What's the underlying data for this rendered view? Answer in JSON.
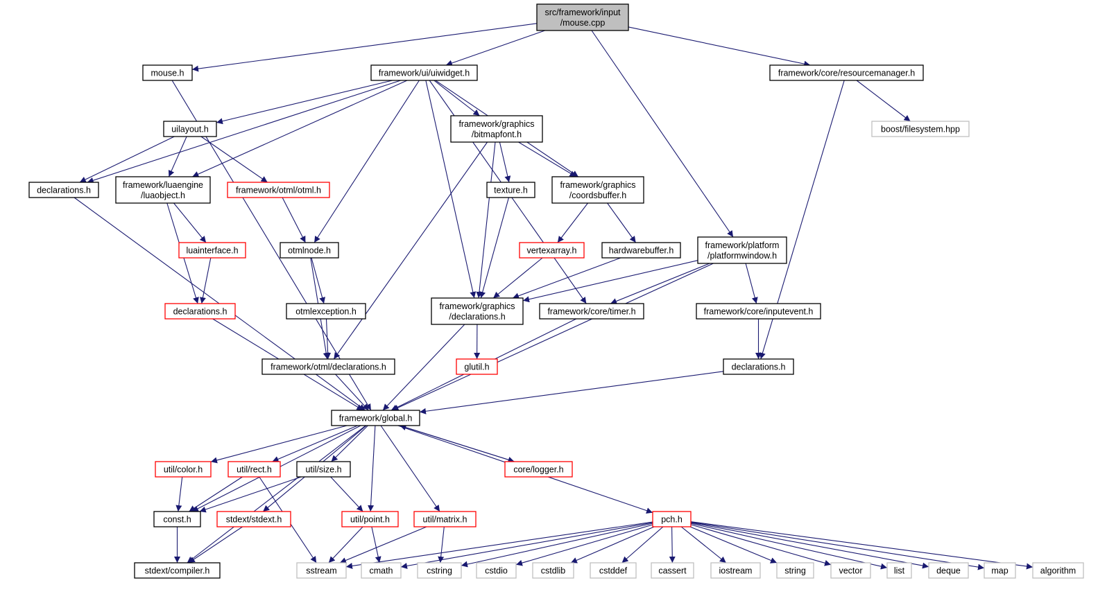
{
  "colors": {
    "edge": "#191970",
    "normal_border": "#000000",
    "truncated_border": "#ff0000",
    "external_border": "#bfbfbf",
    "root_fill": "#bfbfbf",
    "text": "#000000"
  },
  "nodes": [
    {
      "id": "root",
      "lines": [
        "src/framework/input",
        "/mouse.cpp"
      ],
      "kind": "root"
    },
    {
      "id": "mouse_h",
      "lines": [
        "mouse.h"
      ],
      "kind": "normal"
    },
    {
      "id": "uiwidget",
      "lines": [
        "framework/ui/uiwidget.h"
      ],
      "kind": "normal"
    },
    {
      "id": "resmgr",
      "lines": [
        "framework/core/resourcemanager.h"
      ],
      "kind": "normal"
    },
    {
      "id": "boostfs",
      "lines": [
        "boost/filesystem.hpp"
      ],
      "kind": "external"
    },
    {
      "id": "uilayout",
      "lines": [
        "uilayout.h"
      ],
      "kind": "normal"
    },
    {
      "id": "bitmapfont",
      "lines": [
        "framework/graphics",
        "/bitmapfont.h"
      ],
      "kind": "normal"
    },
    {
      "id": "decl_ui",
      "lines": [
        "declarations.h"
      ],
      "kind": "normal"
    },
    {
      "id": "luaobject",
      "lines": [
        "framework/luaengine",
        "/luaobject.h"
      ],
      "kind": "normal"
    },
    {
      "id": "otml",
      "lines": [
        "framework/otml/otml.h"
      ],
      "kind": "truncated"
    },
    {
      "id": "texture",
      "lines": [
        "texture.h"
      ],
      "kind": "normal"
    },
    {
      "id": "coordsbuffer",
      "lines": [
        "framework/graphics",
        "/coordsbuffer.h"
      ],
      "kind": "normal"
    },
    {
      "id": "luainterface",
      "lines": [
        "luainterface.h"
      ],
      "kind": "truncated"
    },
    {
      "id": "otmlnode",
      "lines": [
        "otmlnode.h"
      ],
      "kind": "normal"
    },
    {
      "id": "vertexarray",
      "lines": [
        "vertexarray.h"
      ],
      "kind": "truncated"
    },
    {
      "id": "hwbuffer",
      "lines": [
        "hardwarebuffer.h"
      ],
      "kind": "normal"
    },
    {
      "id": "platformwindow",
      "lines": [
        "framework/platform",
        "/platformwindow.h"
      ],
      "kind": "normal"
    },
    {
      "id": "decl_lua",
      "lines": [
        "declarations.h"
      ],
      "kind": "truncated"
    },
    {
      "id": "otmlexception",
      "lines": [
        "otmlexception.h"
      ],
      "kind": "normal"
    },
    {
      "id": "gfx_decl",
      "lines": [
        "framework/graphics",
        "/declarations.h"
      ],
      "kind": "normal"
    },
    {
      "id": "timer",
      "lines": [
        "framework/core/timer.h"
      ],
      "kind": "normal"
    },
    {
      "id": "inputevent",
      "lines": [
        "framework/core/inputevent.h"
      ],
      "kind": "normal"
    },
    {
      "id": "otml_decl",
      "lines": [
        "framework/otml/declarations.h"
      ],
      "kind": "normal"
    },
    {
      "id": "glutil",
      "lines": [
        "glutil.h"
      ],
      "kind": "truncated"
    },
    {
      "id": "decl_core",
      "lines": [
        "declarations.h"
      ],
      "kind": "normal"
    },
    {
      "id": "global",
      "lines": [
        "framework/global.h"
      ],
      "kind": "normal"
    },
    {
      "id": "color",
      "lines": [
        "util/color.h"
      ],
      "kind": "truncated"
    },
    {
      "id": "rect",
      "lines": [
        "util/rect.h"
      ],
      "kind": "truncated"
    },
    {
      "id": "size",
      "lines": [
        "util/size.h"
      ],
      "kind": "normal"
    },
    {
      "id": "logger",
      "lines": [
        "core/logger.h"
      ],
      "kind": "truncated"
    },
    {
      "id": "const_h",
      "lines": [
        "const.h"
      ],
      "kind": "normal"
    },
    {
      "id": "stdext",
      "lines": [
        "stdext/stdext.h"
      ],
      "kind": "truncated"
    },
    {
      "id": "point",
      "lines": [
        "util/point.h"
      ],
      "kind": "truncated"
    },
    {
      "id": "matrix",
      "lines": [
        "util/matrix.h"
      ],
      "kind": "truncated"
    },
    {
      "id": "pch",
      "lines": [
        "pch.h"
      ],
      "kind": "truncated"
    },
    {
      "id": "compiler",
      "lines": [
        "stdext/compiler.h"
      ],
      "kind": "normal"
    },
    {
      "id": "sstream",
      "lines": [
        "sstream"
      ],
      "kind": "external"
    },
    {
      "id": "cmath",
      "lines": [
        "cmath"
      ],
      "kind": "external"
    },
    {
      "id": "cstring",
      "lines": [
        "cstring"
      ],
      "kind": "external"
    },
    {
      "id": "cstdio",
      "lines": [
        "cstdio"
      ],
      "kind": "external"
    },
    {
      "id": "cstdlib",
      "lines": [
        "cstdlib"
      ],
      "kind": "external"
    },
    {
      "id": "cstddef",
      "lines": [
        "cstddef"
      ],
      "kind": "external"
    },
    {
      "id": "cassert",
      "lines": [
        "cassert"
      ],
      "kind": "external"
    },
    {
      "id": "iostream",
      "lines": [
        "iostream"
      ],
      "kind": "external"
    },
    {
      "id": "string",
      "lines": [
        "string"
      ],
      "kind": "external"
    },
    {
      "id": "vector",
      "lines": [
        "vector"
      ],
      "kind": "external"
    },
    {
      "id": "list",
      "lines": [
        "list"
      ],
      "kind": "external"
    },
    {
      "id": "deque",
      "lines": [
        "deque"
      ],
      "kind": "external"
    },
    {
      "id": "map",
      "lines": [
        "map"
      ],
      "kind": "external"
    },
    {
      "id": "algorithm",
      "lines": [
        "algorithm"
      ],
      "kind": "external"
    }
  ],
  "edges": [
    [
      "root",
      "mouse_h"
    ],
    [
      "root",
      "uiwidget"
    ],
    [
      "root",
      "resmgr"
    ],
    [
      "root",
      "platformwindow"
    ],
    [
      "mouse_h",
      "global"
    ],
    [
      "uiwidget",
      "uilayout"
    ],
    [
      "uiwidget",
      "decl_ui"
    ],
    [
      "uiwidget",
      "luaobject"
    ],
    [
      "uiwidget",
      "otmlnode"
    ],
    [
      "uiwidget",
      "bitmapfont"
    ],
    [
      "uiwidget",
      "gfx_decl"
    ],
    [
      "uiwidget",
      "coordsbuffer"
    ],
    [
      "uiwidget",
      "timer"
    ],
    [
      "resmgr",
      "boostfs"
    ],
    [
      "resmgr",
      "decl_core"
    ],
    [
      "uilayout",
      "decl_ui"
    ],
    [
      "uilayout",
      "luaobject"
    ],
    [
      "uilayout",
      "otml"
    ],
    [
      "decl_ui",
      "global"
    ],
    [
      "luaobject",
      "luainterface"
    ],
    [
      "luaobject",
      "decl_lua"
    ],
    [
      "luainterface",
      "decl_lua"
    ],
    [
      "decl_lua",
      "global"
    ],
    [
      "otml",
      "otmlnode"
    ],
    [
      "otmlnode",
      "otmlexception"
    ],
    [
      "otmlnode",
      "otml_decl"
    ],
    [
      "otmlexception",
      "otml_decl"
    ],
    [
      "otml_decl",
      "global"
    ],
    [
      "bitmapfont",
      "texture"
    ],
    [
      "bitmapfont",
      "coordsbuffer"
    ],
    [
      "bitmapfont",
      "gfx_decl"
    ],
    [
      "bitmapfont",
      "otml_decl"
    ],
    [
      "texture",
      "gfx_decl"
    ],
    [
      "coordsbuffer",
      "vertexarray"
    ],
    [
      "coordsbuffer",
      "hwbuffer"
    ],
    [
      "vertexarray",
      "gfx_decl"
    ],
    [
      "hwbuffer",
      "gfx_decl"
    ],
    [
      "gfx_decl",
      "glutil"
    ],
    [
      "gfx_decl",
      "global"
    ],
    [
      "platformwindow",
      "gfx_decl"
    ],
    [
      "platformwindow",
      "timer"
    ],
    [
      "platformwindow",
      "inputevent"
    ],
    [
      "platformwindow",
      "global"
    ],
    [
      "timer",
      "global"
    ],
    [
      "inputevent",
      "decl_core"
    ],
    [
      "decl_core",
      "global"
    ],
    [
      "global",
      "color"
    ],
    [
      "global",
      "rect"
    ],
    [
      "global",
      "size"
    ],
    [
      "global",
      "logger"
    ],
    [
      "global",
      "const_h"
    ],
    [
      "global",
      "stdext"
    ],
    [
      "global",
      "point"
    ],
    [
      "global",
      "matrix"
    ],
    [
      "global",
      "pch"
    ],
    [
      "global",
      "compiler"
    ],
    [
      "logger",
      "global"
    ],
    [
      "color",
      "const_h"
    ],
    [
      "rect",
      "const_h"
    ],
    [
      "rect",
      "sstream"
    ],
    [
      "size",
      "const_h"
    ],
    [
      "size",
      "point"
    ],
    [
      "const_h",
      "compiler"
    ],
    [
      "stdext",
      "compiler"
    ],
    [
      "point",
      "sstream"
    ],
    [
      "point",
      "cmath"
    ],
    [
      "matrix",
      "sstream"
    ],
    [
      "matrix",
      "cstring"
    ],
    [
      "pch",
      "sstream"
    ],
    [
      "pch",
      "cmath"
    ],
    [
      "pch",
      "cstring"
    ],
    [
      "pch",
      "cstdio"
    ],
    [
      "pch",
      "cstdlib"
    ],
    [
      "pch",
      "cstddef"
    ],
    [
      "pch",
      "cassert"
    ],
    [
      "pch",
      "iostream"
    ],
    [
      "pch",
      "string"
    ],
    [
      "pch",
      "vector"
    ],
    [
      "pch",
      "list"
    ],
    [
      "pch",
      "deque"
    ],
    [
      "pch",
      "map"
    ],
    [
      "pch",
      "algorithm"
    ]
  ]
}
